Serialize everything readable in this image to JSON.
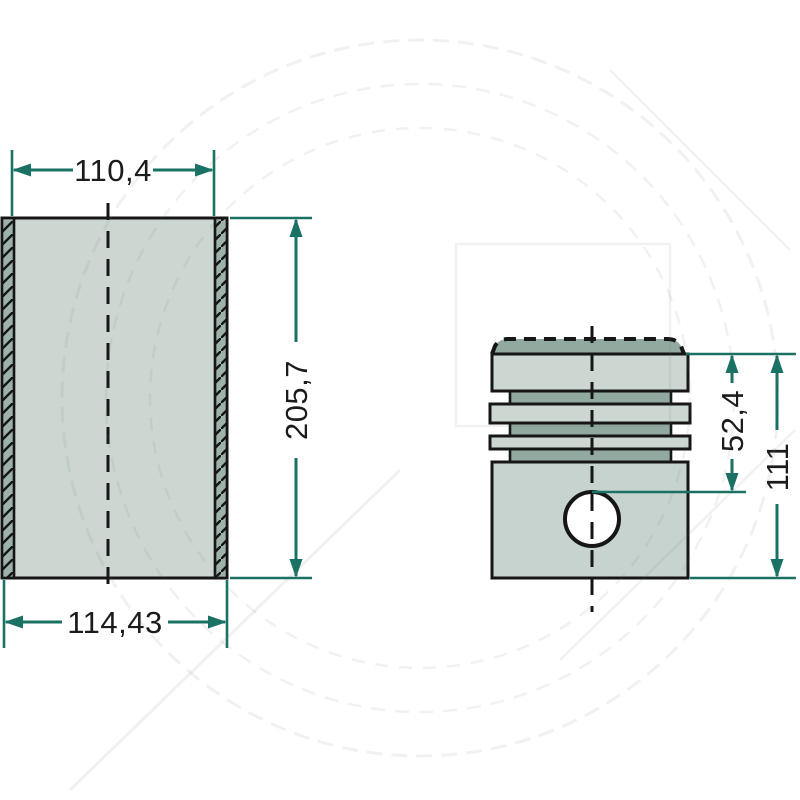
{
  "meta": {
    "type": "technical-drawing",
    "subject": "cylinder liner and piston dimension drawing",
    "background_color": "#ffffff"
  },
  "colors": {
    "dimension_accent": "#1a7264",
    "outline": "#161616",
    "fill_light": "#cdd7d2",
    "fill_wall": "#9db3aa",
    "fill_groove": "#92a9a0",
    "fill_skirt": "#c7d3ce",
    "watermark": "#5a6e66"
  },
  "liner": {
    "name": "cylinder liner",
    "dim_inner_width": "110,4",
    "dim_outer_width": "114,43",
    "dim_height": "205,7"
  },
  "piston": {
    "name": "piston",
    "dim_pin_height": "52,4",
    "dim_total_height": "111"
  }
}
